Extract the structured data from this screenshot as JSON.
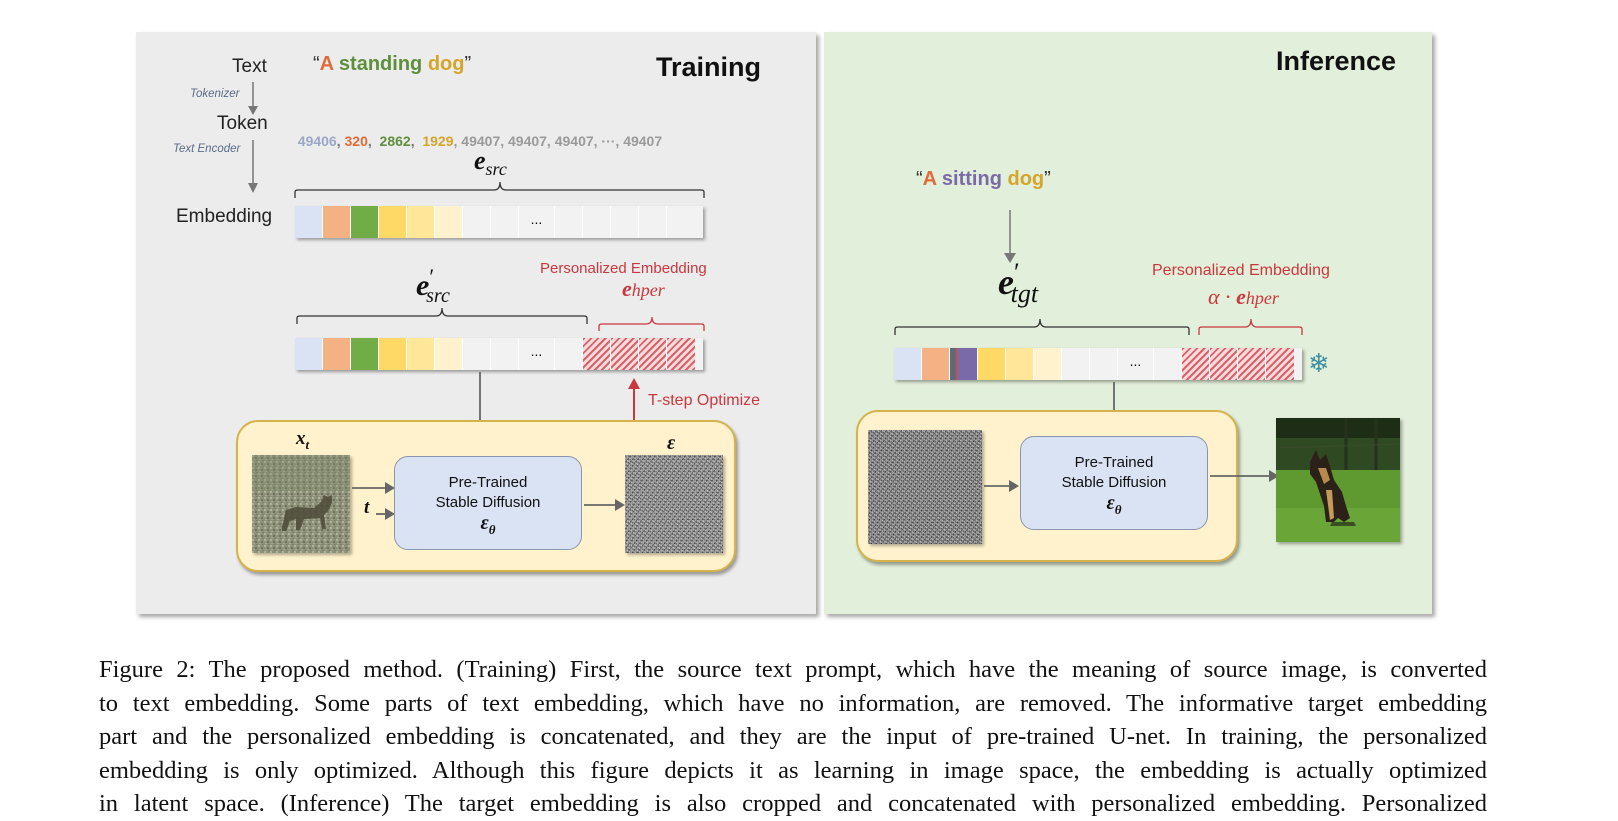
{
  "training": {
    "title": "Training",
    "text_label": "Text",
    "prompt_open": "“",
    "prompt_words": [
      "A",
      " standing",
      " dog"
    ],
    "prompt_close": "”",
    "tokenizer_label": "Tokenizer",
    "token_label": "Token",
    "tokens": [
      {
        "text": "49406",
        "color": "#9aa8c8"
      },
      {
        "text": ", ",
        "color": "#777777"
      },
      {
        "text": "320",
        "color": "#e06b3a"
      },
      {
        "text": ",  ",
        "color": "#777777"
      },
      {
        "text": "2862",
        "color": "#5f8f3a"
      },
      {
        "text": ",  ",
        "color": "#777777"
      },
      {
        "text": "1929",
        "color": "#d4a52a"
      },
      {
        "text": ", 49407, 49407, 49407, ···, 49407",
        "color": "#9a9a9a"
      }
    ],
    "text_encoder_label": "Text Encoder",
    "embedding_label": "Embedding",
    "e_src_base": "e",
    "e_src_sub": "src",
    "e_prime_base": "e",
    "e_prime_mark": "′",
    "e_prime_sub": "src",
    "pers_label": "Personalized Embedding",
    "e_hper_base": "e",
    "e_hper_sub": "hper",
    "ellipsis": "...",
    "optimize_label": "T-step Optimize",
    "xt_base": "x",
    "xt_sub": "t",
    "t_label": "t",
    "eps_label": "ε",
    "net_line1": "Pre-Trained",
    "net_line2": "Stable Diffusion",
    "net_eps_base": "ε",
    "net_eps_sub": "θ"
  },
  "inference": {
    "title": "Inference",
    "prompt_open": "“",
    "prompt_words": [
      "A",
      " sitting",
      " dog"
    ],
    "prompt_close": "”",
    "e_tgt_base": "e",
    "e_tgt_mark": "′",
    "e_tgt_sub": "tgt",
    "pers_label": "Personalized Embedding",
    "alpha_label": "α · ",
    "e_hper_base": "e",
    "e_hper_sub": "hper",
    "ellipsis": "...",
    "freeze_icon": "❄",
    "net_line1": "Pre-Trained",
    "net_line2": "Stable Diffusion",
    "net_eps_base": "ε",
    "net_eps_sub": "θ"
  },
  "colors": {
    "training_bg": "#ececec",
    "inference_bg": "#e2efda",
    "red": "#c9383f",
    "word_a": "#e06b3a",
    "word_standing": "#5f8f3a",
    "word_sitting": "#7b6aa8",
    "word_dog": "#d4a52a"
  },
  "caption": {
    "lines": [
      "Figure 2: The proposed method. (Training) First, the source text prompt, which have the meaning of source image, is converted",
      "to text embedding. Some parts of text embedding, which have no information, are removed. The informative target embedding",
      "part and the personalized embedding is concatenated, and they are the input of pre-trained U-net. In training, the personalized",
      "embedding is only optimized. Although this figure depicts it as learning in image space, the embedding is actually optimized",
      "in latent space. (Inference) The target embedding is also cropped and concatenated with personalized embedding. Personalized"
    ]
  }
}
